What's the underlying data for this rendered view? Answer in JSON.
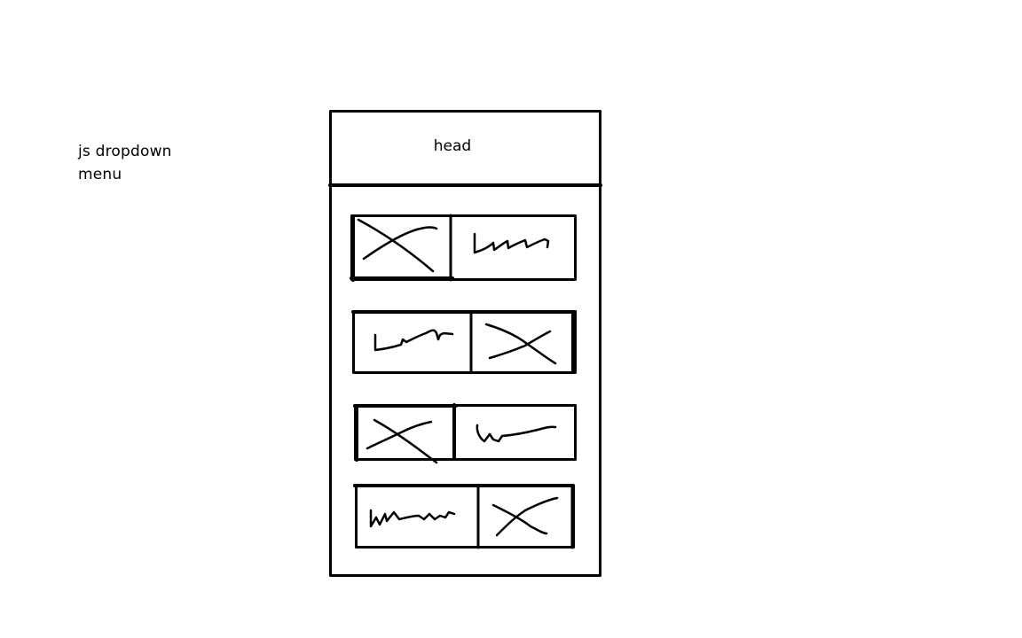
{
  "annotation": {
    "lines": [
      "js dropdown",
      "menu"
    ]
  },
  "menu": {
    "header": "head",
    "rows": [
      {
        "image_side": "left",
        "image_icon": "image-placeholder-icon",
        "text_icon": "scribble-text-icon"
      },
      {
        "image_side": "right",
        "image_icon": "image-placeholder-icon",
        "text_icon": "scribble-text-icon"
      },
      {
        "image_side": "left",
        "image_icon": "image-placeholder-icon",
        "text_icon": "scribble-text-icon"
      },
      {
        "image_side": "right",
        "image_icon": "image-placeholder-icon",
        "text_icon": "scribble-text-icon"
      }
    ]
  },
  "colors": {
    "ink": "#000000",
    "paper": "#ffffff"
  }
}
